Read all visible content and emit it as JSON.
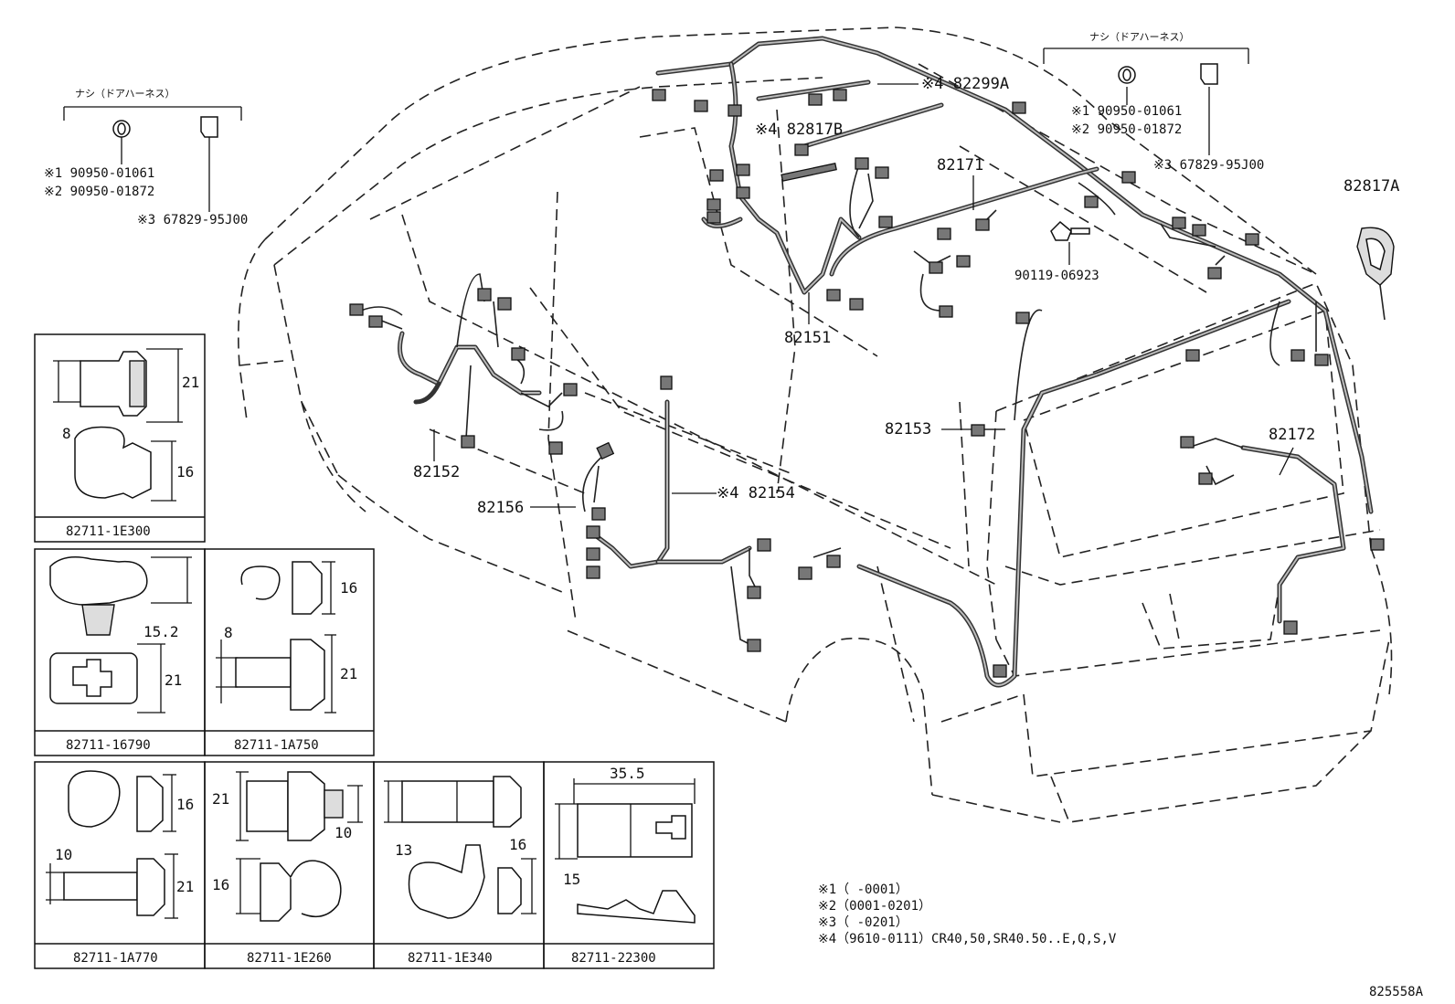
{
  "callouts": {
    "c82299a": "※4 82299A",
    "c82817b": "※4 82817B",
    "c82171": "82171",
    "c82817a": "82817A",
    "c90119": "90119-06923",
    "c82151": "82151",
    "c82152": "82152",
    "c82153": "82153",
    "c82172": "82172",
    "c82156": "82156",
    "c82154": "※4 82154"
  },
  "grommet_left": {
    "header": "ナシ（ドアハーネス）",
    "line1": "※1 90950-01061",
    "line2": "※2 90950-01872",
    "line3": "※3 67829-95J00"
  },
  "grommet_right": {
    "header": "ナシ（ドアハーネス）",
    "line1": "※1 90950-01061",
    "line2": "※2 90950-01872",
    "line3": "※3 67829-95J00"
  },
  "clips": [
    {
      "part": "82711-1E300",
      "dims": [
        "21",
        "8",
        "16"
      ]
    },
    {
      "part": "82711-16790",
      "dims": [
        "15.2",
        "21"
      ]
    },
    {
      "part": "82711-1A750",
      "dims": [
        "16",
        "8",
        "21"
      ]
    },
    {
      "part": "82711-1A770",
      "dims": [
        "16",
        "10",
        "21"
      ]
    },
    {
      "part": "82711-1E260",
      "dims": [
        "21",
        "10",
        "16"
      ]
    },
    {
      "part": "82711-1E340",
      "dims": [
        "13",
        "16"
      ]
    },
    {
      "part": "82711-22300",
      "dims": [
        "35.5",
        "15"
      ]
    }
  ],
  "notes": [
    "※1（     -0001）",
    "※2（0001-0201）",
    "※3（     -0201）",
    "※4（9610-0111）CR40,50,SR40.50..E,Q,S,V"
  ],
  "diagram_code": "825558A"
}
